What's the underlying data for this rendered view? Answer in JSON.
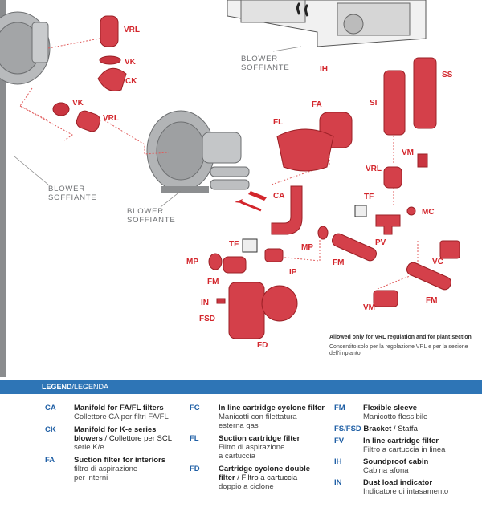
{
  "diagram": {
    "blower_labels": [
      {
        "en": "BLOWER",
        "it": "SOFFIANTE"
      },
      {
        "en": "BLOWER",
        "it": "SOFFIANTE"
      },
      {
        "en": "BLOWER",
        "it": "SOFFIANTE"
      }
    ],
    "part_labels": {
      "vrl_top": "VRL",
      "vk_top": "VK",
      "ck": "CK",
      "vk_left": "VK",
      "vrl_left": "VRL",
      "ih": "IH",
      "fa": "FA",
      "fl": "FL",
      "si": "SI",
      "ss": "SS",
      "vm_top": "VM",
      "vrl_right": "VRL",
      "ca": "CA",
      "tf_right": "TF",
      "mc": "MC",
      "tf_left": "TF",
      "mp_mid": "MP",
      "pv": "PV",
      "mp_left": "MP",
      "ip": "IP",
      "fm_mid": "FM",
      "vc": "VC",
      "fm_left": "FM",
      "in": "IN",
      "fsd": "FSD",
      "fd": "FD",
      "fm_right": "FM",
      "vm_bottom": "VM"
    },
    "note": {
      "en": "Allowed only for VRL regulation and for plant section",
      "it": "Consentito solo per la regolazione VRL e per la sezione dell'impianto"
    }
  },
  "legend": {
    "title_bold": "LEGEND",
    "title_rest": "/LEGENDA",
    "columns": [
      [
        {
          "code": "CA",
          "name": "Manifold for FA/FL filters",
          "sub": [
            "Collettore CA per filtri FA/FL"
          ]
        },
        {
          "code": "CK",
          "name": "Manifold for K-e series",
          "name2": "blowers",
          "inline_it": " / Collettore per SCL",
          "sub": [
            "serie K/e"
          ]
        },
        {
          "code": "FA",
          "name": "Suction filter for interiors",
          "sub": [
            "filtro di aspirazione",
            "per interni"
          ]
        }
      ],
      [
        {
          "code": "FC",
          "name": "In line cartridge cyclone filter",
          "sub": [
            "Manicotti con filettatura",
            "esterna gas"
          ]
        },
        {
          "code": "FL",
          "name": "Suction cartridge filter",
          "sub": [
            "Filtro di aspirazione",
            "a cartuccia"
          ]
        },
        {
          "code": "FD",
          "name": "Cartridge cyclone double",
          "name2": "filter",
          "inline_it": " / Filtro a cartuccia",
          "sub": [
            "doppio a ciclone"
          ]
        }
      ],
      [
        {
          "code": "FM",
          "name": "Flexible sleeve",
          "sub": [
            "Manicotto flessibile"
          ]
        },
        {
          "code": "FS/FSD",
          "name": "Bracket",
          "inline_it": " / Staffa",
          "sub": []
        },
        {
          "code": "FV",
          "name": "In line cartridge filter",
          "sub": [
            "Filtro a cartuccia in linea"
          ]
        },
        {
          "code": "IH",
          "name": "Soundproof cabin",
          "sub": [
            "Cabina afona"
          ]
        },
        {
          "code": "IN",
          "name": "Dust load indicator",
          "sub": [
            "Indicatore di intasamento"
          ]
        }
      ]
    ]
  },
  "colors": {
    "accent_red": "#d3262c",
    "legend_blue": "#2e75b6",
    "code_blue": "#1f5fa5",
    "leader_red": "#e05a5a"
  }
}
